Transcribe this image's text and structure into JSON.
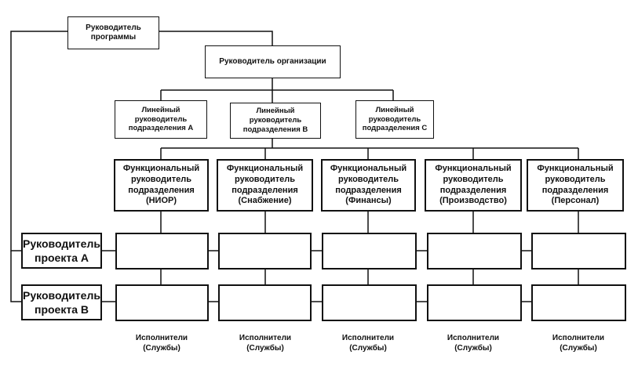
{
  "diagram": {
    "program_manager": [
      "Руководитель",
      "программы"
    ],
    "org_manager": [
      "Руководитель организации"
    ],
    "line_managers": [
      [
        "Линейный",
        "руководитель",
        "подразделения А"
      ],
      [
        "Линейный",
        "руководитель",
        "подразделения В"
      ],
      [
        "Линейный",
        "руководитель",
        "подразделения С"
      ]
    ],
    "functional_managers": [
      [
        "Функциональный",
        "руководитель",
        "подразделения",
        "(НИОР)"
      ],
      [
        "Функциональный",
        "руководитель",
        "подразделения",
        "(Снабжение)"
      ],
      [
        "Функциональный",
        "руководитель",
        "подразделения",
        "(Финансы)"
      ],
      [
        "Функциональный",
        "руководитель",
        "подразделения",
        "(Производство)"
      ],
      [
        "Функциональный",
        "руководитель",
        "подразделения",
        "(Персонал)"
      ]
    ],
    "project_managers": [
      [
        "Руководитель",
        "проекта А"
      ],
      [
        "Руководитель",
        "проекта В"
      ]
    ],
    "executors": [
      [
        "Исполнители",
        "(Службы)"
      ],
      [
        "Исполнители",
        "(Службы)"
      ],
      [
        "Исполнители",
        "(Службы)"
      ],
      [
        "Исполнители",
        "(Службы)"
      ],
      [
        "Исполнители",
        "(Службы)"
      ]
    ]
  }
}
